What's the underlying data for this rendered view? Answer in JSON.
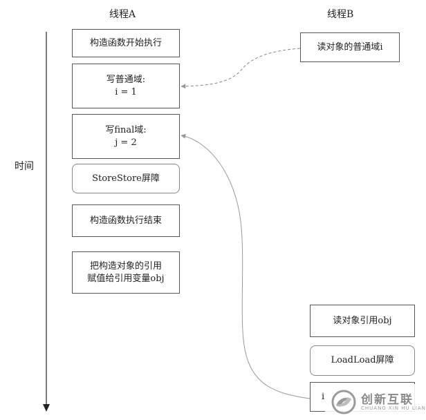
{
  "headers": {
    "thread_a": "线程A",
    "thread_b": "线程B"
  },
  "time_axis": {
    "label": "时间"
  },
  "thread_a_steps": [
    {
      "lines": [
        "构造函数开始执行"
      ]
    },
    {
      "lines": [
        "写普通域:",
        "i = 1"
      ]
    },
    {
      "lines": [
        "写final域:",
        "j = 2"
      ]
    },
    {
      "lines": [
        "StoreStore屏障"
      ]
    },
    {
      "lines": [
        "构造函数执行结束"
      ]
    },
    {
      "lines": [
        "把构造对象的引用",
        "赋值给引用变量obj"
      ]
    }
  ],
  "thread_b_steps": [
    {
      "lines": [
        "读对象的普通域i"
      ]
    },
    {
      "lines": [
        "读对象引用obj"
      ]
    },
    {
      "lines": [
        "LoadLoad屏障"
      ]
    },
    {
      "lines": [
        "i"
      ]
    }
  ],
  "watermark": {
    "text": "创新互联",
    "subtext": "CHUANG XIN HU LIAN",
    "icon": "swirl-logo"
  },
  "colors": {
    "box_border": "#555555",
    "rounded_border": "#888888",
    "arrow": "#999999",
    "watermark": "#8a8a8a"
  }
}
